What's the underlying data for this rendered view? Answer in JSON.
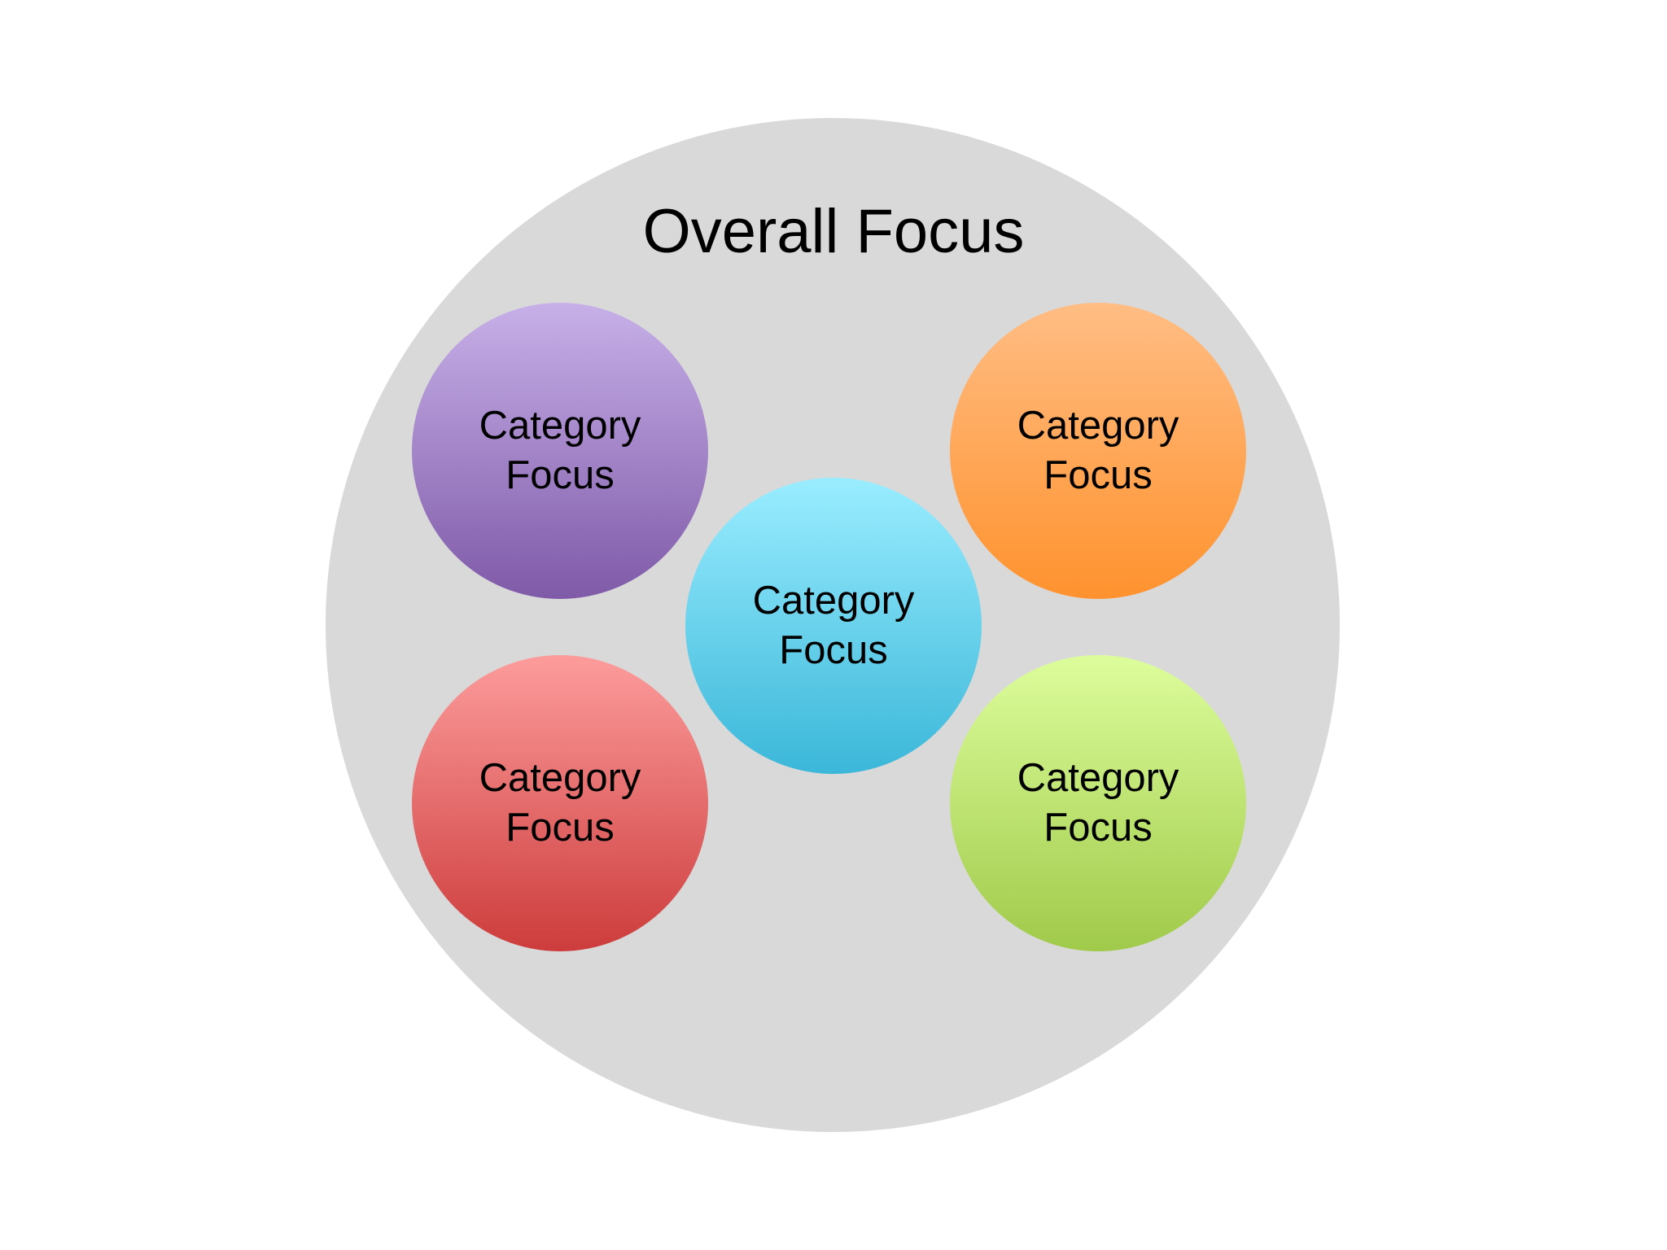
{
  "diagram": {
    "title": "Overall Focus",
    "outer_color": "#d9d9da",
    "bubbles": [
      {
        "id": "purple",
        "line1": "Category",
        "line2": "Focus",
        "color_top": "#c7b0e8",
        "color_bottom": "#7f5aa8"
      },
      {
        "id": "orange",
        "line1": "Category",
        "line2": "Focus",
        "color_top": "#ffbd84",
        "color_bottom": "#ff922e"
      },
      {
        "id": "cyan",
        "line1": "Category",
        "line2": "Focus",
        "color_top": "#9aedff",
        "color_bottom": "#3bb7d9"
      },
      {
        "id": "red",
        "line1": "Category",
        "line2": "Focus",
        "color_top": "#fd9c9c",
        "color_bottom": "#cd3c3c"
      },
      {
        "id": "green",
        "line1": "Category",
        "line2": "Focus",
        "color_top": "#ddfd9c",
        "color_bottom": "#a0ca4a"
      }
    ]
  }
}
